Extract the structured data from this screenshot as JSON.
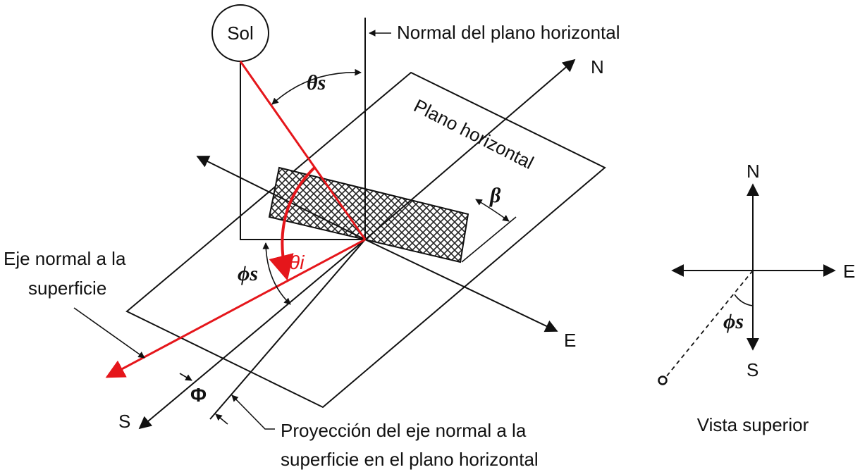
{
  "labels": {
    "sun": "Sol",
    "horizontal_normal": "Normal del plano horizontal",
    "horizontal_plane": "Plano horizontal",
    "surface_normal_line1": "Eje normal a la",
    "surface_normal_line2": "superficie",
    "projection_line1": "Proyección del eje normal a la",
    "projection_line2": "superficie en el plano horizontal",
    "top_view": "Vista superior"
  },
  "directions": {
    "north": "N",
    "south": "S",
    "east": "E"
  },
  "symbols": {
    "zenith_angle": "θs",
    "solar_azimuth": "ϕs",
    "tilt": "β",
    "surface_azimuth": "Φ",
    "incidence_angle": "θi"
  },
  "colors": {
    "accent_red": "#e5161b",
    "ink": "#111111",
    "hatch": "#222222"
  }
}
